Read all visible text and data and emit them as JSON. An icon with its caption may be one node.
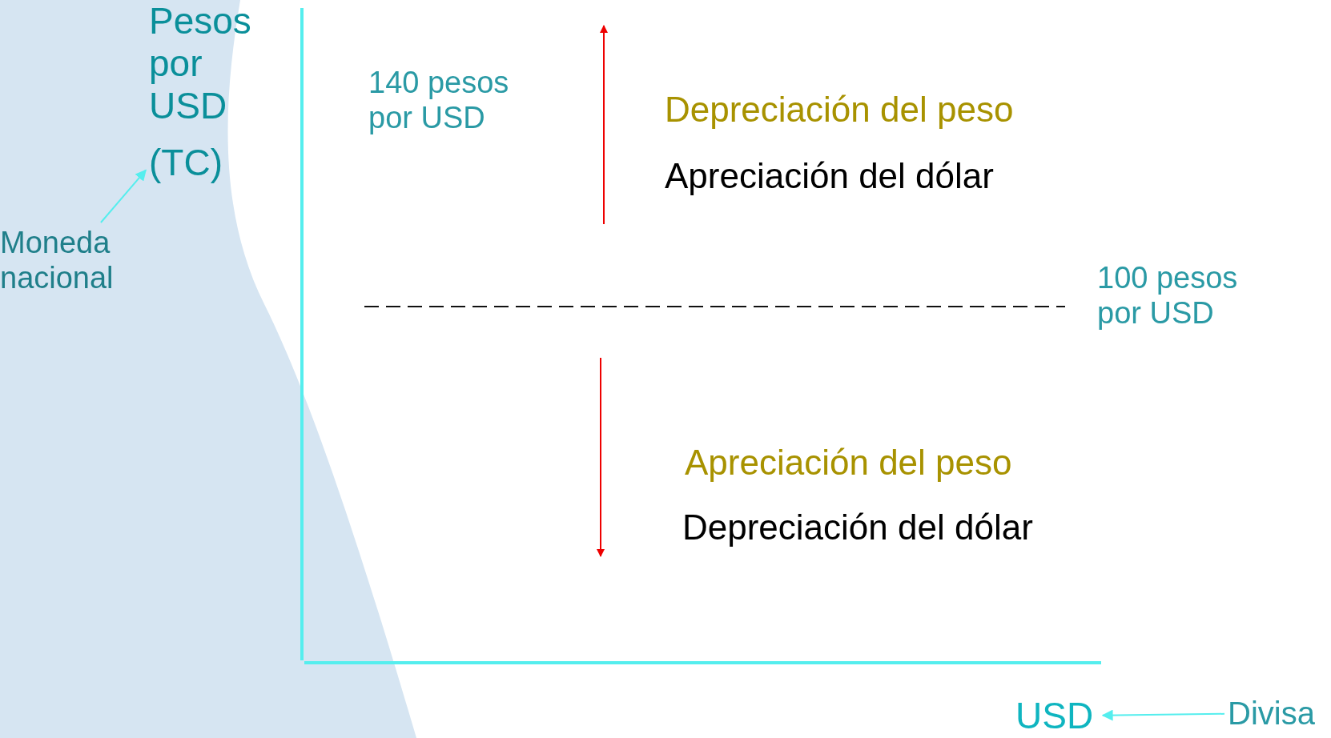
{
  "diagram": {
    "nodes": [
      {
        "text": [
          "Pesos por USD",
          "(TC)"
        ]
      },
      {
        "text": [
          "Moneda nacional"
        ]
      },
      {
        "text": [
          "USD"
        ]
      },
      {
        "text": [
          "Divisa"
        ]
      }
    ],
    "edges": [
      {
        "from": 1,
        "to": 0,
        "arrow": "to"
      },
      {
        "from": 3,
        "to": 2,
        "arrow": "to"
      }
    ],
    "labels": [
      "140 pesos por USD",
      "Depreciación del peso",
      "Apreciación del dólar",
      "100 pesos por USD",
      "Apreciación del peso",
      "Depreciación del dólar"
    ]
  }
}
